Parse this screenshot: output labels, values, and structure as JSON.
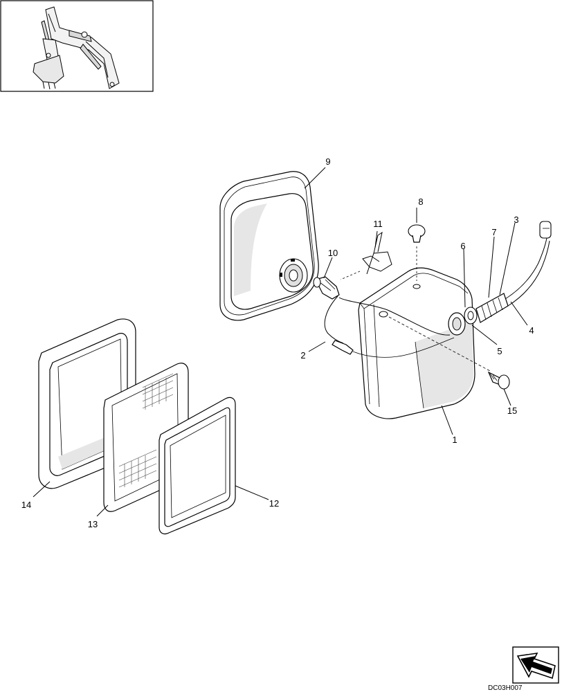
{
  "diagram": {
    "callouts": [
      "9",
      "8",
      "11",
      "10",
      "6",
      "7",
      "3",
      "4",
      "5",
      "2",
      "15",
      "1",
      "14",
      "13",
      "12"
    ],
    "document_code": "DC03H007"
  },
  "icons": {
    "excavator_locator": "excavator-arm-icon",
    "navigation": "next-page-arrow-icon"
  }
}
